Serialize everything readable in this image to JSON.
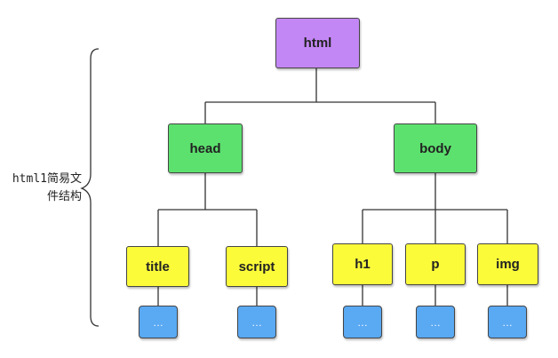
{
  "caption": {
    "line1": "html1简易文",
    "line2": "件结构"
  },
  "colors": {
    "root": "#c387f5",
    "branch": "#5ce16e",
    "element": "#fbfb3a",
    "leaf": "#5aa9f3",
    "line": "#333333"
  },
  "nodes": {
    "html": "html",
    "head": "head",
    "body": "body",
    "title": "title",
    "script": "script",
    "h1": "h1",
    "p": "p",
    "img": "img"
  },
  "ellipsis": "…"
}
